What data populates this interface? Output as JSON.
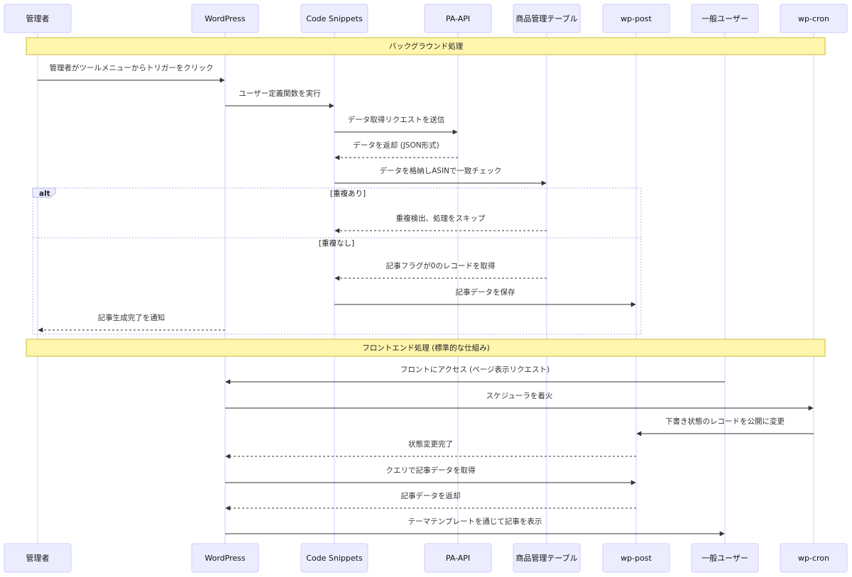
{
  "actors": [
    {
      "id": "admin",
      "label": "管理者"
    },
    {
      "id": "wp",
      "label": "WordPress"
    },
    {
      "id": "cs",
      "label": "Code Snippets"
    },
    {
      "id": "paapi",
      "label": "PA-API"
    },
    {
      "id": "table",
      "label": "商品管理テーブル"
    },
    {
      "id": "post",
      "label": "wp-post"
    },
    {
      "id": "user",
      "label": "一般ユーザー"
    },
    {
      "id": "cron",
      "label": "wp-cron"
    }
  ],
  "notes": [
    {
      "text": "バックグラウンド処理"
    },
    {
      "text": "フロントエンド処理 (標準的な仕組み)"
    }
  ],
  "alt": {
    "label": "alt",
    "conditions": [
      "[重複あり]",
      "[重複なし]"
    ]
  },
  "messages": [
    {
      "from": "admin",
      "to": "wp",
      "text": "管理者がツールメニューからトリガーをクリック",
      "style": "solid"
    },
    {
      "from": "wp",
      "to": "cs",
      "text": "ユーザー定義関数を実行",
      "style": "solid"
    },
    {
      "from": "cs",
      "to": "paapi",
      "text": "データ取得リクエストを送信",
      "style": "solid"
    },
    {
      "from": "paapi",
      "to": "cs",
      "text": "データを返却 (JSON形式)",
      "style": "dotted"
    },
    {
      "from": "cs",
      "to": "table",
      "text": "データを格納しASINで一致チェック",
      "style": "solid"
    },
    {
      "from": "table",
      "to": "cs",
      "text": "重複検出、処理をスキップ",
      "style": "dotted"
    },
    {
      "from": "table",
      "to": "cs",
      "text": "記事フラグが0のレコードを取得",
      "style": "dotted"
    },
    {
      "from": "cs",
      "to": "post",
      "text": "記事データを保存",
      "style": "solid"
    },
    {
      "from": "wp",
      "to": "admin",
      "text": "記事生成完了を通知",
      "style": "dotted"
    },
    {
      "from": "user",
      "to": "wp",
      "text": "フロントにアクセス (ページ表示リクエスト)",
      "style": "solid"
    },
    {
      "from": "wp",
      "to": "cron",
      "text": "スケジューラを着火",
      "style": "solid"
    },
    {
      "from": "cron",
      "to": "post",
      "text": "下書き状態のレコードを公開に変更",
      "style": "solid"
    },
    {
      "from": "post",
      "to": "wp",
      "text": "状態変更完了",
      "style": "dotted"
    },
    {
      "from": "wp",
      "to": "post",
      "text": "クエリで記事データを取得",
      "style": "solid"
    },
    {
      "from": "post",
      "to": "wp",
      "text": "記事データを返却",
      "style": "dotted"
    },
    {
      "from": "wp",
      "to": "user",
      "text": "テーマテンプレートを通じて記事を表示",
      "style": "solid"
    }
  ],
  "colors": {
    "actor_fill": "#ECECFF",
    "actor_stroke": "#CCCCFF",
    "note_fill": "#FFF5AD",
    "note_stroke": "#C9BB3C",
    "line": "#333333"
  }
}
